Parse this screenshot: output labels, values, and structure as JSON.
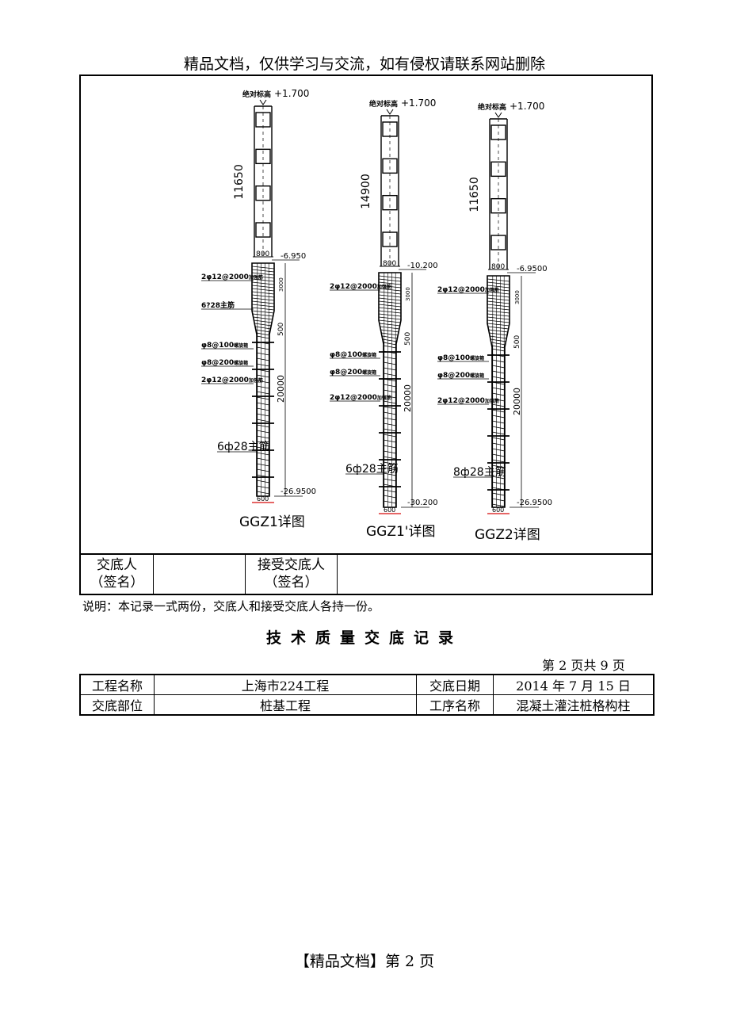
{
  "header": {
    "watermark_text": "精品文档，仅供学习与交流，如有侵权请联系网站删除"
  },
  "drawing": {
    "columns": [
      {
        "elevation_label": "绝对标高",
        "elevation_value": "+1.700",
        "upper_length": "11650",
        "top_width": "800",
        "level_top": "6.950",
        "rebar_a": "2φ12@2000",
        "rebar_a_note": "加强筋",
        "main_bar_top": "6?28主筋",
        "dim_3000": "3000",
        "dim_500": "500",
        "stirrup_1": "φ8@100",
        "stirrup_1_note": "螺旋箍",
        "stirrup_2": "φ8@200",
        "stirrup_2_note": "螺旋箍",
        "rebar_b": "2φ12@2000",
        "rebar_b_note": "加强筋",
        "lower_length": "20000",
        "main_bar": "6ф28主筋",
        "level_bottom": "-26.9500",
        "bottom_width": "600",
        "caption": "GGZ1详图"
      },
      {
        "elevation_label": "绝对标高",
        "elevation_value": "+1.700",
        "upper_length": "14900",
        "top_width": "800",
        "level_top": "10.200",
        "rebar_a": "2φ12@2000",
        "rebar_a_note": "加强筋",
        "main_bar_top": "",
        "dim_3000": "3000",
        "dim_500": "500",
        "stirrup_1": "φ8@100",
        "stirrup_1_note": "螺旋箍",
        "stirrup_2": "φ8@200",
        "stirrup_2_note": "螺旋箍",
        "rebar_b": "2φ12@2000",
        "rebar_b_note": "加强筋",
        "lower_length": "20000",
        "main_bar": "6ф28主筋",
        "level_bottom": "-30.200",
        "bottom_width": "600",
        "caption": "GGZ1'详图"
      },
      {
        "elevation_label": "绝对标高",
        "elevation_value": "+1.700",
        "upper_length": "11650",
        "top_width": "800",
        "level_top": "6.9500",
        "rebar_a": "2φ12@2000",
        "rebar_a_note": "加强筋",
        "main_bar_top": "",
        "dim_3000": "3000",
        "dim_500": "500",
        "stirrup_1": "φ8@100",
        "stirrup_1_note": "螺旋箍",
        "stirrup_2": "φ8@200",
        "stirrup_2_note": "螺旋箍",
        "rebar_b": "2φ12@2000",
        "rebar_b_note": "加强筋",
        "lower_length": "20000",
        "main_bar": "8ф28主筋",
        "level_bottom": "-26.9500",
        "bottom_width": "600",
        "caption": "GGZ2详图"
      }
    ]
  },
  "signature": {
    "handover_person": "交底人",
    "handover_sign": "（签名）",
    "receiver_person": "接受交底人",
    "receiver_sign": "（签名）"
  },
  "note": "说明：本记录一式两份，交底人和接受交底人各持一份。",
  "doc_title": "技术质量交底记录",
  "page_count": "第 2 页共 9 页",
  "info": {
    "project_name_label": "工程名称",
    "project_name": "上海市224工程",
    "date_label": "交底日期",
    "date": "2014 年 7 月 15 日",
    "part_label": "交底部位",
    "part": "桩基工程",
    "process_label": "工序名称",
    "process": "混凝土灌注桩格构柱"
  },
  "footer": {
    "text": "【精品文档】第 2 页"
  }
}
